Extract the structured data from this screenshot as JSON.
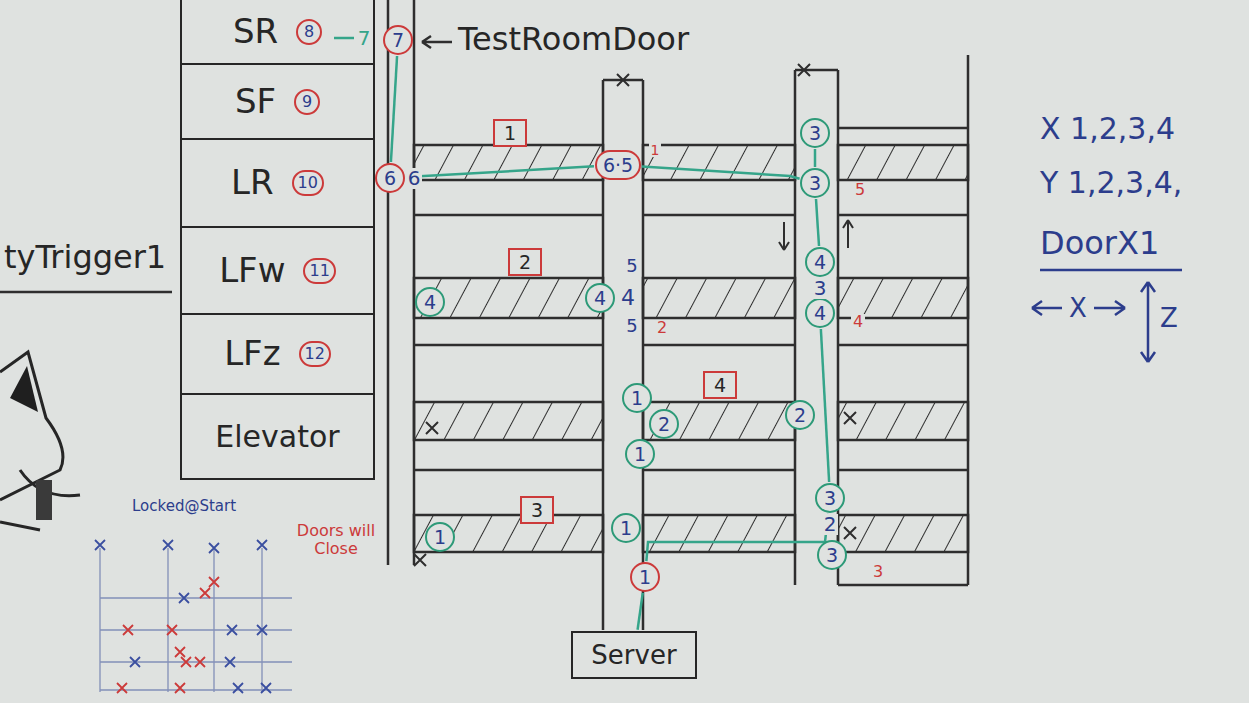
{
  "diagram": {
    "nodes": [
      {
        "text": [
          "SR",
          "8"
        ]
      },
      {
        "text": [
          "SF",
          "9"
        ]
      },
      {
        "text": [
          "LR",
          "10"
        ]
      },
      {
        "text": [
          "LFw",
          "11"
        ]
      },
      {
        "text": [
          "LFz",
          "12"
        ]
      },
      {
        "text": [
          "Elevator"
        ]
      },
      {
        "text": [
          "7"
        ]
      },
      {
        "text": [
          "6"
        ]
      },
      {
        "text": [
          "6·5"
        ]
      },
      {
        "text": [
          "3"
        ]
      },
      {
        "text": [
          "3"
        ]
      },
      {
        "text": [
          "1"
        ]
      },
      {
        "text": [
          "4"
        ]
      },
      {
        "text": [
          "4"
        ]
      },
      {
        "text": [
          "2"
        ]
      },
      {
        "text": [
          "4"
        ]
      },
      {
        "text": [
          "4"
        ]
      },
      {
        "text": [
          "1"
        ]
      },
      {
        "text": [
          "2"
        ]
      },
      {
        "text": [
          "4"
        ]
      },
      {
        "text": [
          "2"
        ]
      },
      {
        "text": [
          "1"
        ]
      },
      {
        "text": [
          "1"
        ]
      },
      {
        "text": [
          "3"
        ]
      },
      {
        "text": [
          "1"
        ]
      },
      {
        "text": [
          "3"
        ]
      },
      {
        "text": [
          "3"
        ]
      },
      {
        "text": [
          "1"
        ]
      },
      {
        "text": [
          "Server"
        ]
      }
    ],
    "edges": [
      {
        "from": 28,
        "to": 27,
        "arrow": "none"
      },
      {
        "from": 27,
        "to": 25,
        "arrow": "none"
      },
      {
        "from": 25,
        "to": 16,
        "arrow": "none"
      },
      {
        "from": 16,
        "to": 15,
        "arrow": "none"
      },
      {
        "from": 15,
        "to": 10,
        "arrow": "none"
      },
      {
        "from": 10,
        "to": 9,
        "arrow": "none"
      },
      {
        "from": 10,
        "to": 8,
        "arrow": "none"
      },
      {
        "from": 8,
        "to": 7,
        "arrow": "none"
      },
      {
        "from": 7,
        "to": 6,
        "arrow": "none"
      }
    ],
    "labels": [
      "tyTrigger1",
      "TestRoomDoor",
      "7",
      "6",
      "1",
      "5",
      "5",
      "4",
      "5",
      "2",
      "3",
      "4",
      "2",
      "3",
      "X 1,2,3,4",
      "Y 1,2,3,4,",
      "DoorX1",
      "X",
      "Z",
      "Locked@Start",
      "Doors will Close"
    ]
  }
}
